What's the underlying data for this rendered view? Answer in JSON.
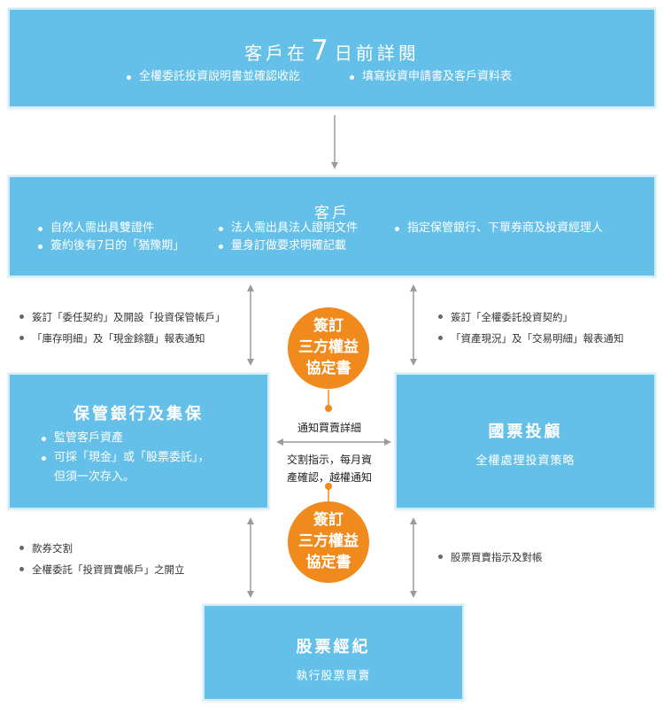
{
  "top_box": {
    "title_prefix": "客戶在",
    "title_number": "7",
    "title_suffix": "日前詳閱",
    "bullets": [
      "全權委託投資說明書並確認收訖",
      "填寫投資申請書及客戶資料表"
    ]
  },
  "client_box": {
    "title": "客戶",
    "bullets": [
      "自然人需出具雙證件",
      "簽約後有7日的「猶豫期」",
      "法人需出具法人證明文件",
      "量身訂做要求明確記載",
      "指定保管銀行、下單券商及投資經理人"
    ]
  },
  "left_upper_notes": [
    "簽訂「委任契約」及開設「投資保管帳戶」",
    "「庫存明細」及「現金餘額」報表通知"
  ],
  "right_upper_notes": [
    "簽訂「全權委託投資契約」",
    "「資產現況」及「交易明細」報表通知"
  ],
  "custody_box": {
    "title": "保管銀行及集保",
    "bullets": [
      "監管客戶資產",
      "可採「現金」或「股票委託」，",
      "但須一次存入。"
    ]
  },
  "advisor_box": {
    "title": "國票投顧",
    "subtitle": "全權處理投資策略"
  },
  "circle_label": [
    "簽訂",
    "三方權益",
    "協定書"
  ],
  "middle": {
    "top_label": "通知買賣詳細",
    "bottom_line1": "交割指示，每月資",
    "bottom_line2": "產確認，越權通知"
  },
  "left_lower_notes": [
    "款券交割",
    "全權委託「投資買賣帳戶」之開立"
  ],
  "right_lower_notes": [
    "股票買賣指示及對帳"
  ],
  "broker_box": {
    "title": "股票經紀",
    "subtitle": "執行股票買賣"
  },
  "colors": {
    "box_blue": "#64c0e8",
    "orange": "#f08a1c",
    "arrow_gray": "#9b9b9b"
  }
}
